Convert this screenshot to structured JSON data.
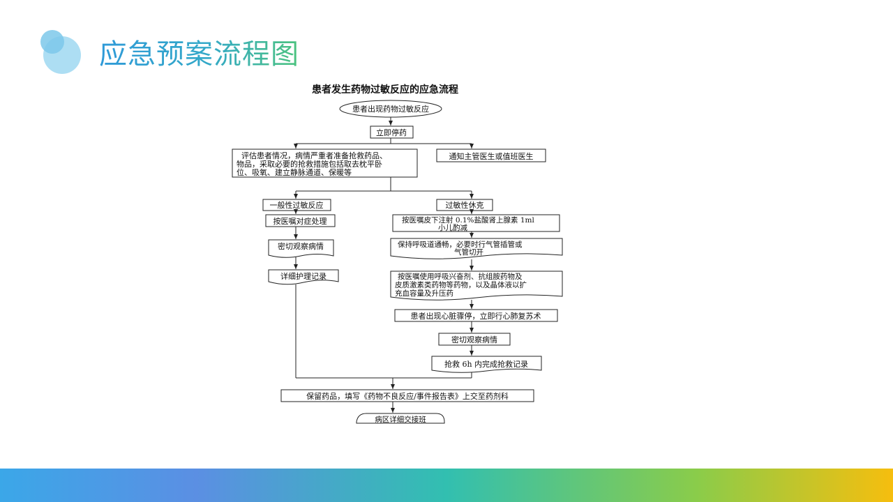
{
  "slide": {
    "title": "应急预案流程图",
    "colors": {
      "title_start": "#2f9ad8",
      "title_end": "#4cc37e",
      "circle": "#a9dcf2"
    }
  },
  "flowchart": {
    "title": "患者发生药物过敏反应的应急流程",
    "start": "患者出现药物过敏反应",
    "stop_drug": "立即停药",
    "assess": {
      "line1": "评估患者情况，病情严重者准备抢救药品、",
      "line2": "物品，采取必要的抢救措施包括取去枕平卧",
      "line3": "位、吸氧、建立静脉通道、保暖等"
    },
    "notify": "通知主管医生或值班医生",
    "general": {
      "label": "一般性过敏反应",
      "step1": "按医嘱对症处理",
      "step2": "密切观察病情",
      "step3": "详细护理记录"
    },
    "shock": {
      "label": "过敏性休克",
      "step1_line1": "按医嘱皮下注射 0.1%盐酸肾上腺素 1ml",
      "step1_line2": "小儿酌减",
      "step2_line1": "保持呼吸道通畅，必要时行气管插管或",
      "step2_line2": "气管切开",
      "step3_line1": "按医嘱使用呼吸兴奋剂、抗组胺药物及",
      "step3_line2": "皮质激素类药物等药物，以及晶体液以扩",
      "step3_line3": "充血容量及升压药",
      "step4": "患者出现心脏骤停，立即行心肺复苏术",
      "step5": "密切观察病情",
      "step6": "抢救 6h 内完成抢救记录"
    },
    "keep": "保留药品，填写《药物不良反应/事件报告表》上交至药剂科",
    "handover": "病区详细交接班"
  }
}
